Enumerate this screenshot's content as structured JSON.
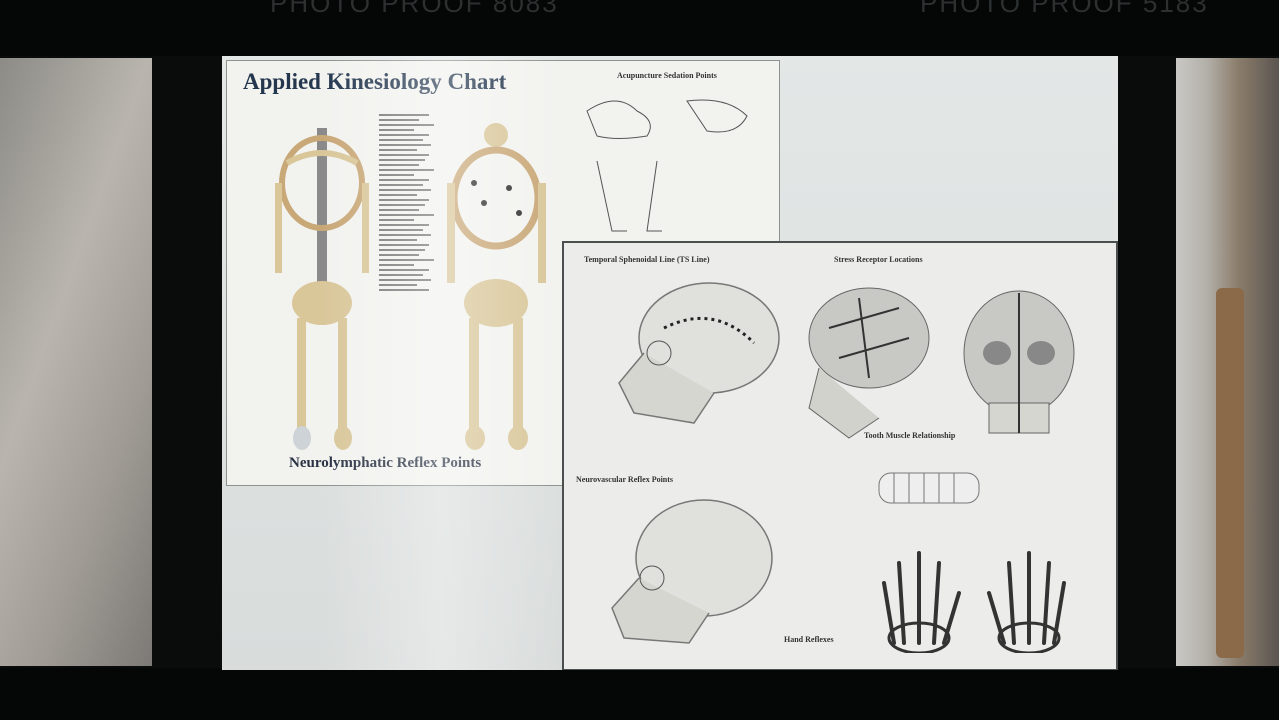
{
  "film_strip": {
    "caption_left": "PHOTO PROOF 8083",
    "caption_right": "PHOTO PROOF 5183"
  },
  "poster_a": {
    "title": "Applied Kinesiology Chart",
    "caption": "Neurolymphatic Reflex Points",
    "top_right_heading": "Acupuncture Sedation Points"
  },
  "poster_b": {
    "heading_1": "Temporal Sphenoidal Line (TS Line)",
    "heading_2": "Stress Receptor Locations",
    "heading_3": "Neurovascular Reflex Points",
    "heading_4": "Tooth Muscle Relationship",
    "heading_5": "Hand Reflexes"
  },
  "colors": {
    "background": "#0a0b0b",
    "poster_title": "#24374f",
    "bone": "#d9c79a"
  }
}
